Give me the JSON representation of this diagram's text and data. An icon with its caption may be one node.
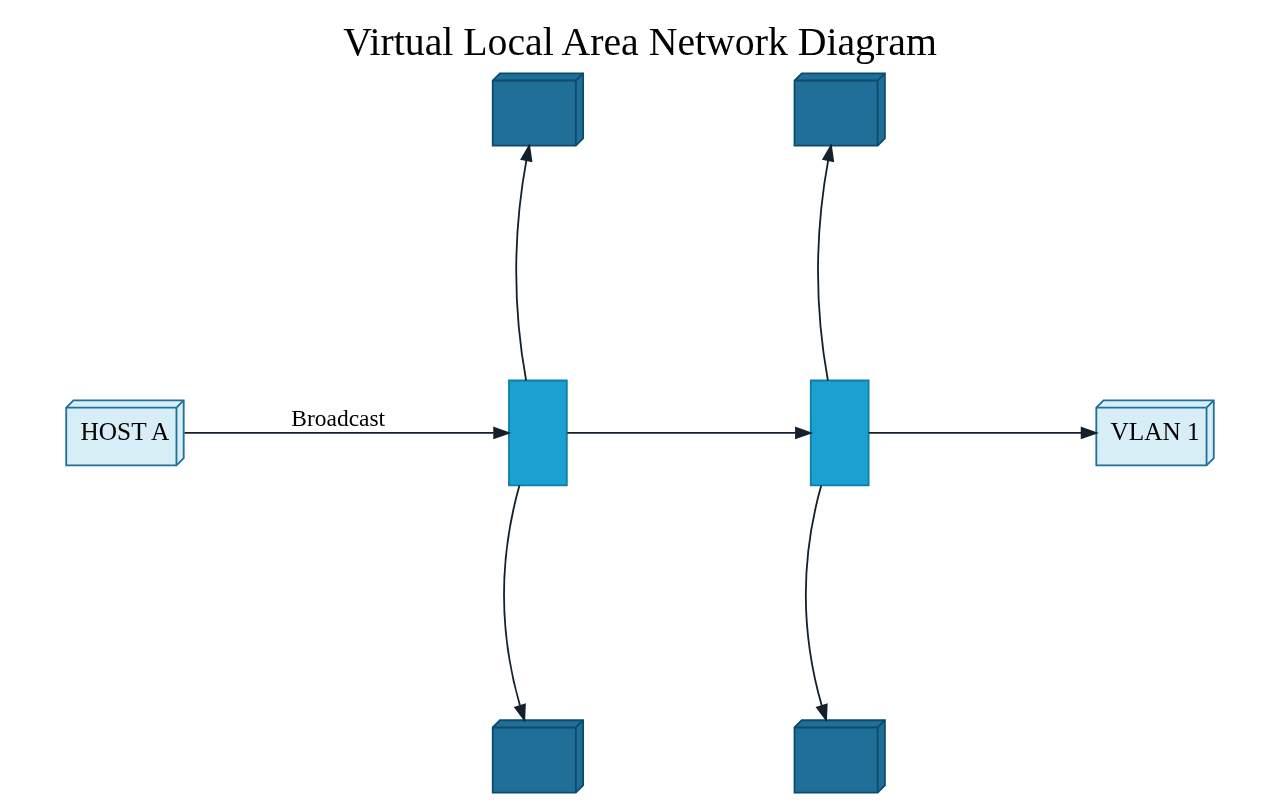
{
  "diagram": {
    "title": "Virtual Local Area Network Diagram",
    "nodes": [
      {
        "text": [
          "HOST A"
        ]
      },
      {
        "text": [],
        "shape": "box"
      },
      {
        "text": [],
        "shape": "computer"
      },
      {
        "text": [],
        "shape": "computer"
      },
      {
        "text": [],
        "shape": "box"
      },
      {
        "text": [],
        "shape": "computer"
      },
      {
        "text": [],
        "shape": "computer"
      },
      {
        "text": [
          "VLAN 1"
        ]
      }
    ],
    "edges": [
      {
        "from": 0,
        "to": 1,
        "arrow": "to",
        "label": "Broadcast"
      },
      {
        "from": 1,
        "to": 2,
        "arrow": "to"
      },
      {
        "from": 1,
        "to": 3,
        "arrow": "to"
      },
      {
        "from": 1,
        "to": 4,
        "arrow": "to"
      },
      {
        "from": 4,
        "to": 5,
        "arrow": "to"
      },
      {
        "from": 4,
        "to": 6,
        "arrow": "to"
      },
      {
        "from": 4,
        "to": 7,
        "arrow": "to"
      }
    ]
  }
}
